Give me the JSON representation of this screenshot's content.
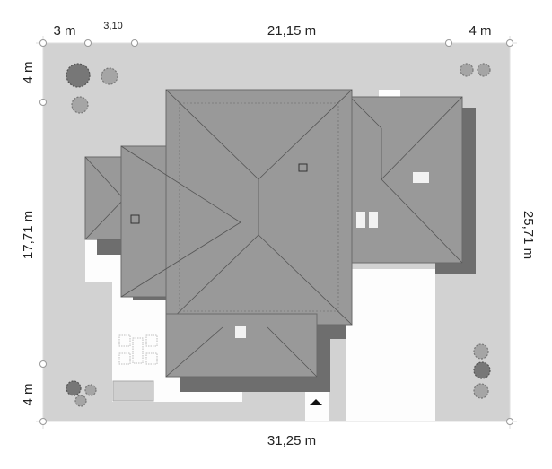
{
  "dimensions": {
    "top_left": "3 m",
    "top_second": "3,10",
    "top_main": "21,15 m",
    "top_right": "4 m",
    "left_top": "4 m",
    "left_middle": "17,71 m",
    "left_bottom": "4 m",
    "right_total": "25,71 m",
    "bottom_total": "31,25 m"
  },
  "colors": {
    "plot": "#d2d2d2",
    "roof": "#999999",
    "shadow": "#6e6e6e",
    "paving": "#ffffff"
  }
}
